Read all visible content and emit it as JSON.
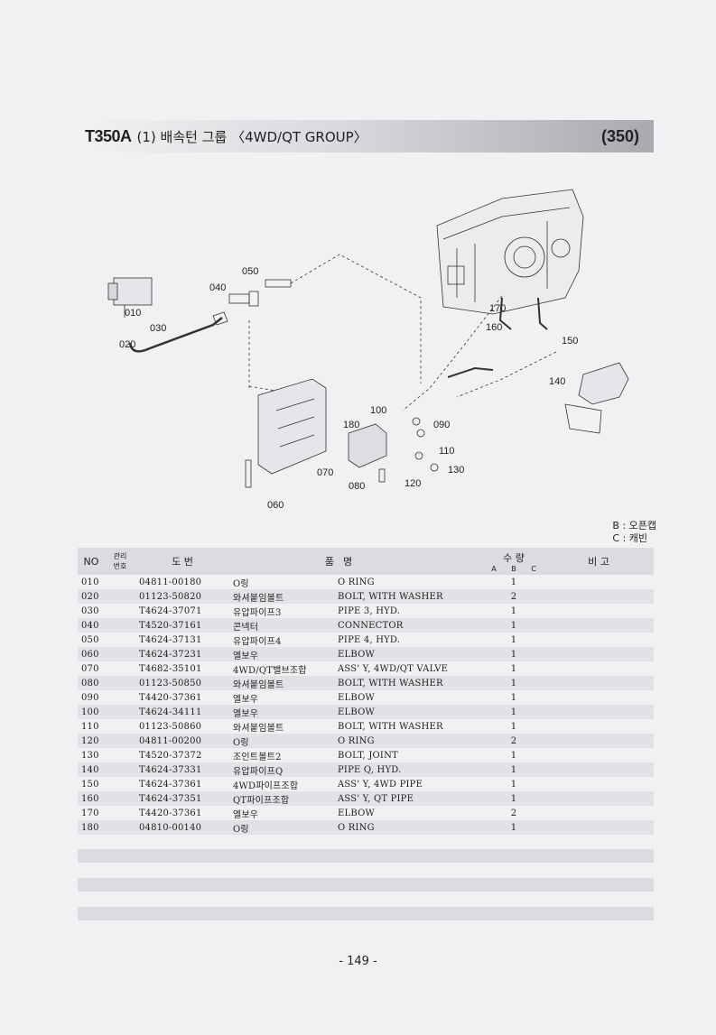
{
  "header": {
    "code": "T350A",
    "title": "(1) 배속턴 그룹 〈4WD/QT GROUP〉",
    "group_number": "(350)"
  },
  "diagram": {
    "callouts": [
      "010",
      "020",
      "030",
      "040",
      "050",
      "060",
      "070",
      "080",
      "090",
      "100",
      "110",
      "120",
      "130",
      "140",
      "150",
      "160",
      "170",
      "180"
    ]
  },
  "legend": {
    "line1": "B : 오픈캡",
    "line2": "C : 캐빈"
  },
  "table": {
    "headers": {
      "no": "NO",
      "mgmt_top": "관리",
      "mgmt_bottom": "번호",
      "drawing": "도  번",
      "name_left": "품",
      "name_right": "명",
      "qty": "수  량",
      "qty_a": "A",
      "qty_b": "B",
      "qty_c": "C",
      "remarks": "비 고"
    },
    "rows": [
      {
        "no": "010",
        "part": "04811-00180",
        "kr": "O링",
        "en": "O RING",
        "qty": "1"
      },
      {
        "no": "020",
        "part": "01123-50820",
        "kr": "와셔붙임볼트",
        "en": "BOLT, WITH WASHER",
        "qty": "2"
      },
      {
        "no": "030",
        "part": "T4624-37071",
        "kr": "유압파이프3",
        "en": "PIPE 3, HYD.",
        "qty": "1"
      },
      {
        "no": "040",
        "part": "T4520-37161",
        "kr": "콘넥터",
        "en": "CONNECTOR",
        "qty": "1"
      },
      {
        "no": "050",
        "part": "T4624-37131",
        "kr": "유압파이프4",
        "en": "PIPE 4, HYD.",
        "qty": "1"
      },
      {
        "no": "060",
        "part": "T4624-37231",
        "kr": "엘보우",
        "en": "ELBOW",
        "qty": "1"
      },
      {
        "no": "070",
        "part": "T4682-35101",
        "kr": "4WD/QT밸브조합",
        "en": "ASS' Y, 4WD/QT VALVE",
        "qty": "1"
      },
      {
        "no": "080",
        "part": "01123-50850",
        "kr": "와셔붙임볼트",
        "en": "BOLT, WITH WASHER",
        "qty": "1"
      },
      {
        "no": "090",
        "part": "T4420-37361",
        "kr": "엘보우",
        "en": "ELBOW",
        "qty": "1"
      },
      {
        "no": "100",
        "part": "T4624-34111",
        "kr": "엘보우",
        "en": "ELBOW",
        "qty": "1"
      },
      {
        "no": "110",
        "part": "01123-50860",
        "kr": "와셔붙임볼트",
        "en": "BOLT, WITH WASHER",
        "qty": "1"
      },
      {
        "no": "120",
        "part": "04811-00200",
        "kr": "O링",
        "en": "O RING",
        "qty": "2"
      },
      {
        "no": "130",
        "part": "T4520-37372",
        "kr": "조인트볼트2",
        "en": "BOLT, JOINT",
        "qty": "1"
      },
      {
        "no": "140",
        "part": "T4624-37331",
        "kr": "유압파이프Q",
        "en": "PIPE Q, HYD.",
        "qty": "1"
      },
      {
        "no": "150",
        "part": "T4624-37361",
        "kr": "4WD파이프조합",
        "en": "ASS' Y, 4WD PIPE",
        "qty": "1"
      },
      {
        "no": "160",
        "part": "T4624-37351",
        "kr": "QT파이프조합",
        "en": "ASS' Y, QT PIPE",
        "qty": "1"
      },
      {
        "no": "170",
        "part": "T4420-37361",
        "kr": "엘보우",
        "en": "ELBOW",
        "qty": "2"
      },
      {
        "no": "180",
        "part": "04810-00140",
        "kr": "O링",
        "en": "O RING",
        "qty": "1"
      }
    ]
  },
  "footer": {
    "page": "- 149 -"
  }
}
